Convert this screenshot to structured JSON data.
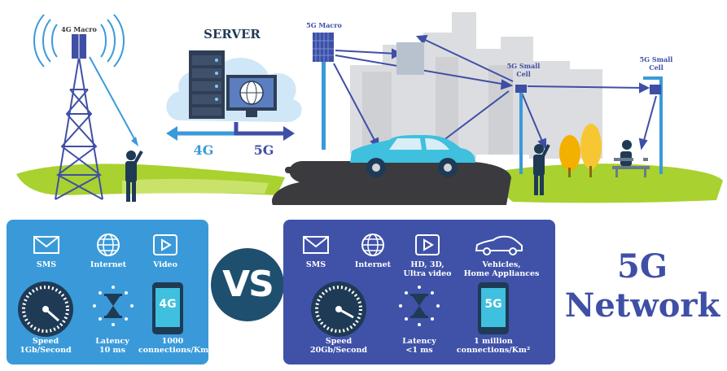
{
  "scene": {
    "tower_4g_label": "4G Macro",
    "server_label": "SERVER",
    "arrow_4g": "4G",
    "arrow_5g": "5G",
    "tower_5g_label": "5G Macro",
    "small_cell_1": "5G Small\nCell",
    "small_cell_2": "5G Small\nCell"
  },
  "panel_4g": {
    "features": [
      "SMS",
      "Internet",
      "Video"
    ],
    "speed": "Speed\n1Gb/Second",
    "latency": "Latency\n10 ms",
    "connections": "1000\nconnections/Km²",
    "phone_badge": "4G"
  },
  "vs_label": "VS",
  "panel_5g": {
    "features": [
      "SMS",
      "Internet",
      "HD, 3D,\nUltra video",
      "Vehicles,\nHome Appliances"
    ],
    "speed": "Speed\n20Gb/Second",
    "latency": "Latency\n<1 ms",
    "connections": "1 million\nconnections/Km²",
    "phone_badge": "5G"
  },
  "title": {
    "line1": "5G",
    "line2": "Network"
  },
  "colors": {
    "blue_light": "#3a9ad9",
    "blue_dark": "#4052a8",
    "navy": "#1f4f6e",
    "grass": "#a9d12f",
    "road": "#3a3a3f"
  }
}
